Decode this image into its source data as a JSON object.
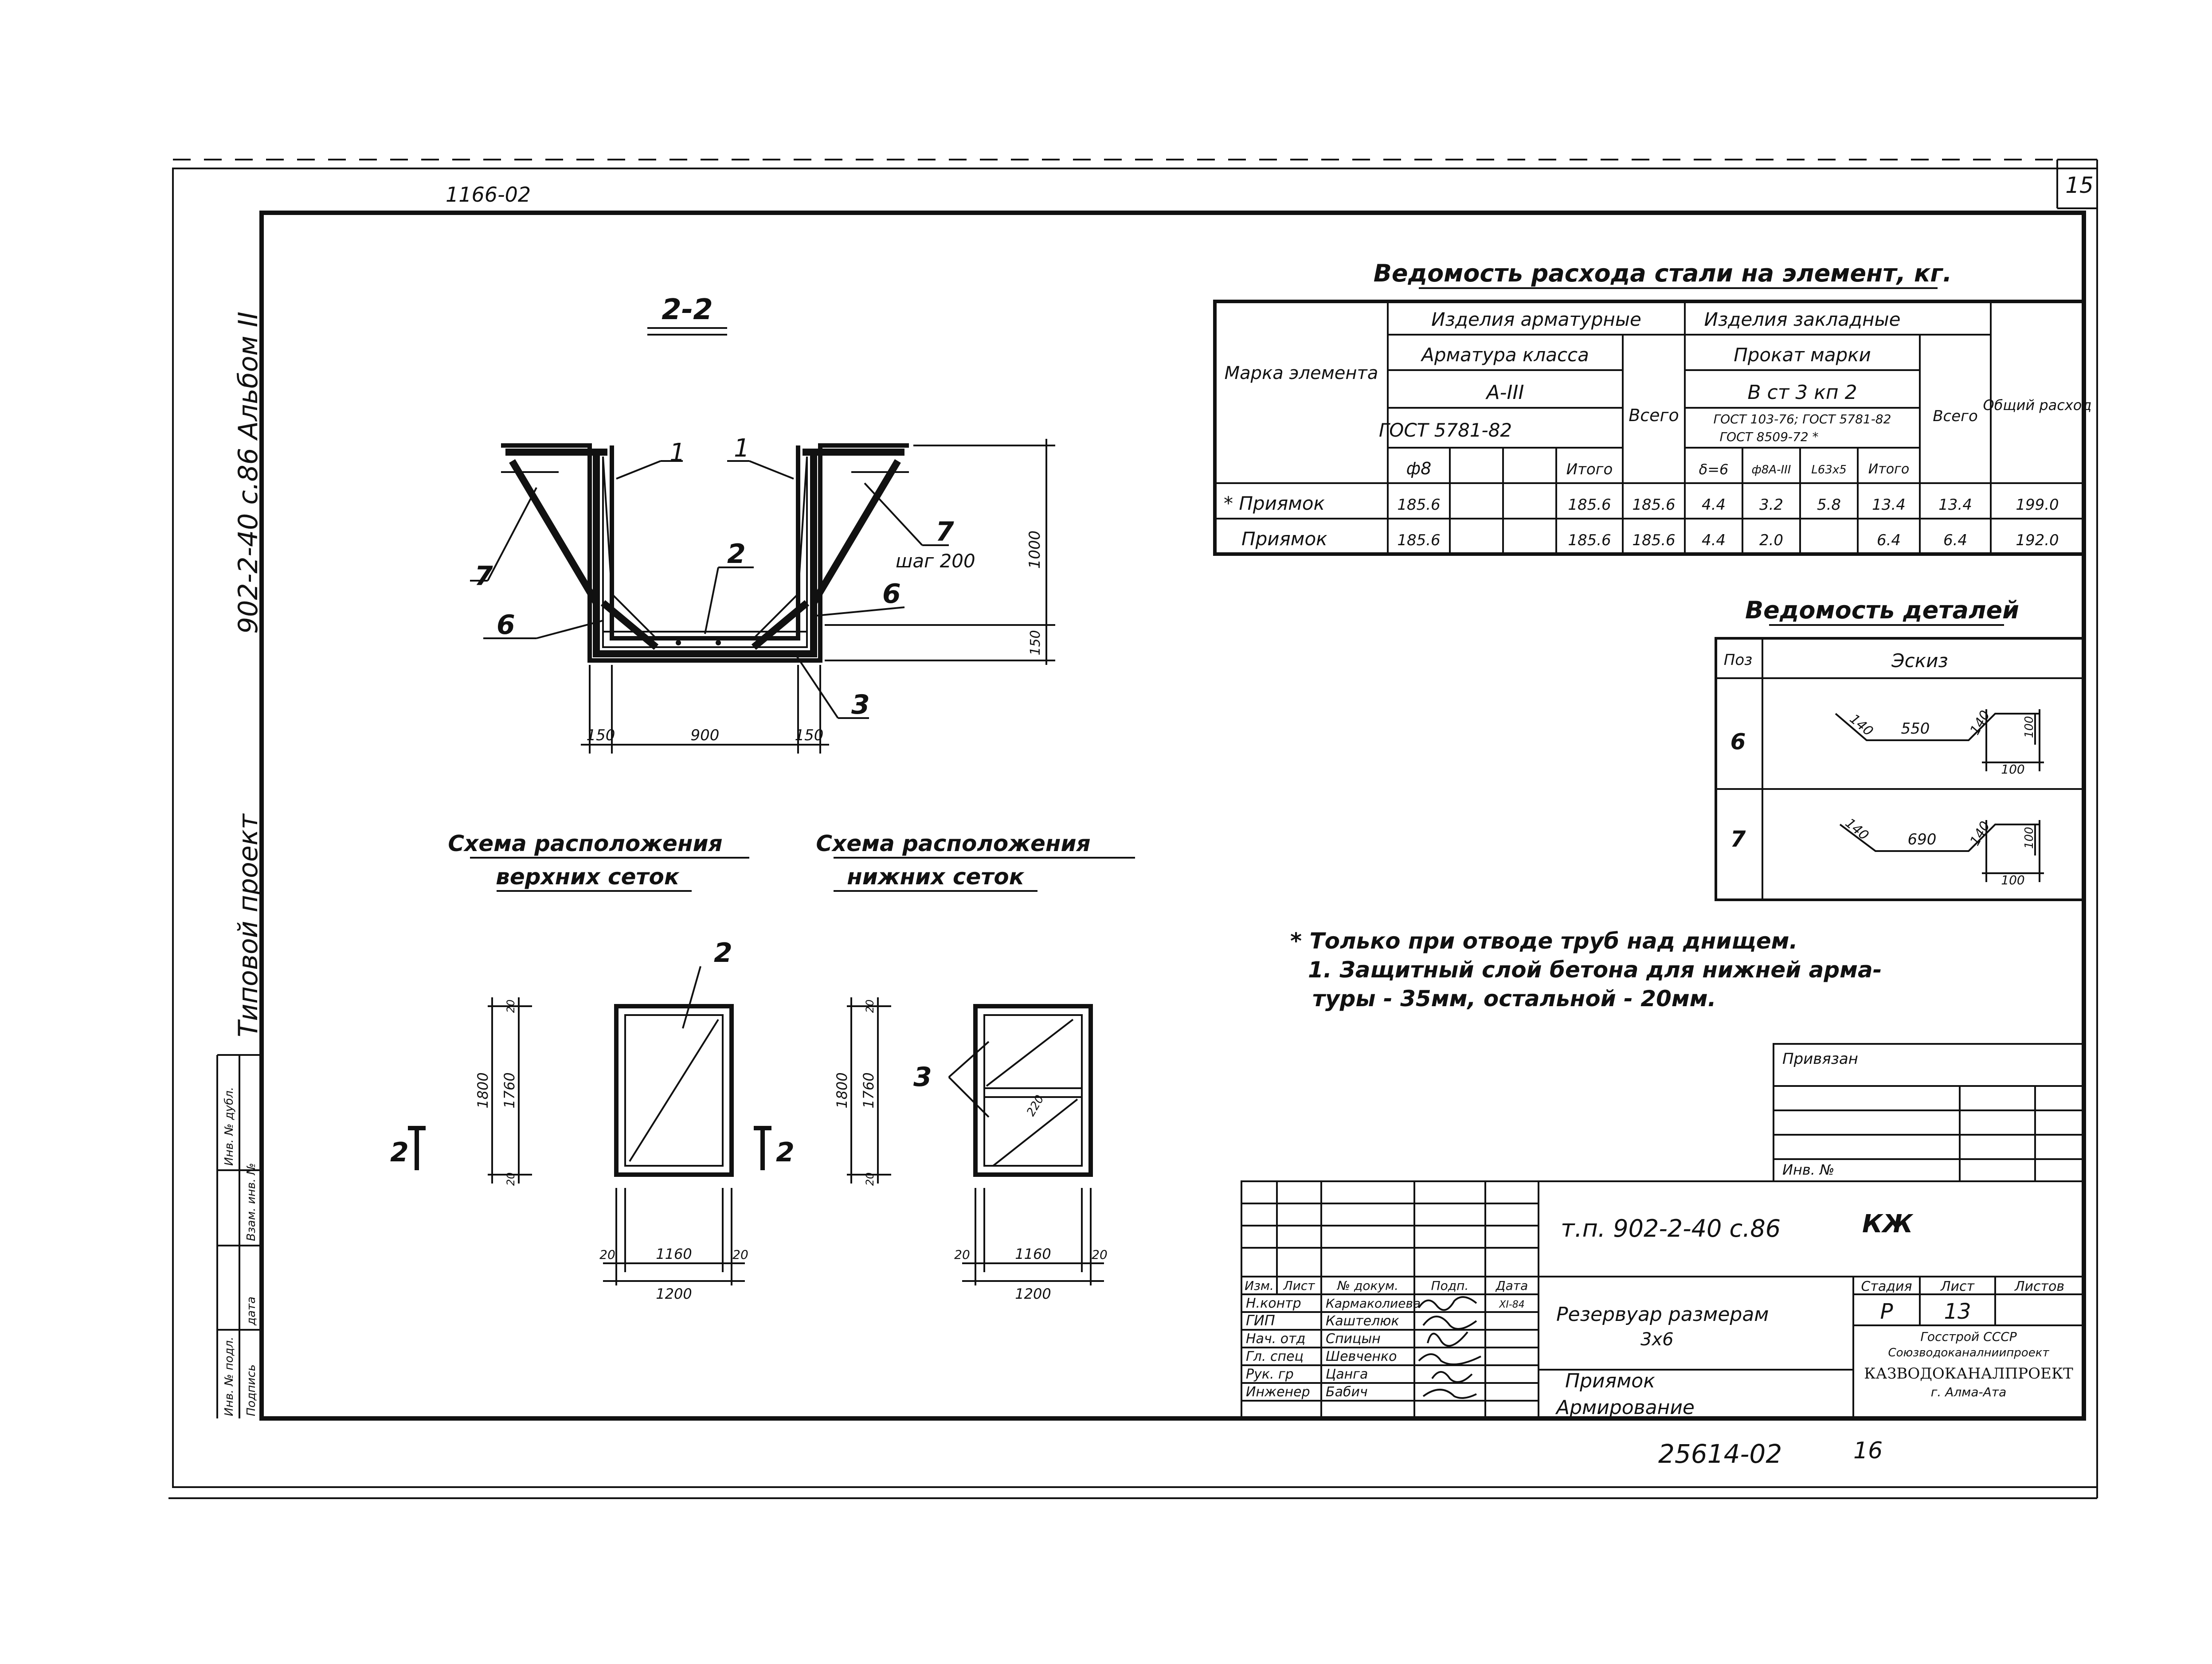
{
  "sheet": {
    "corner_number": "15",
    "top_code": "1166-02",
    "side_album": "902-2-40 с.86   Альбом II",
    "side_project": "Типовой проект",
    "side_stamp_cells": [
      "Инв. № подл.",
      "Подпись",
      "дата",
      "Взам. инв. №",
      "Инв. № дубл."
    ],
    "bottom_code": "25614-02",
    "bottom_number": "16"
  },
  "section": {
    "title": "2-2",
    "callouts": [
      "1",
      "1",
      "7",
      "7",
      "2",
      "6",
      "6",
      "3"
    ],
    "step_label": "шаг 200",
    "dims_bottom": [
      "150",
      "900",
      "150"
    ],
    "dims_right": [
      "1000",
      "150"
    ]
  },
  "schemes": {
    "upper_title_1": "Схема расположения",
    "upper_title_2": "верхних сеток",
    "lower_title_1": "Схема расположения",
    "lower_title_2": "нижних сеток",
    "upper_callout": "2",
    "lower_callout": "3",
    "cut_left": "2",
    "cut_right": "2",
    "dims_left_outer": "1800",
    "dims_left_inner": "1760",
    "dims_small": "20",
    "dims_bottom_inner": "1160",
    "dims_bottom_outer": "1200",
    "lower_overlap": "220"
  },
  "steel_table": {
    "title": "Ведомость расхода стали на элемент, кг.",
    "col_mark": "Марка элемента",
    "group_rebar": "Изделия арматурные",
    "group_embed": "Изделия закладные",
    "rebar_class": "Арматура класса",
    "rebar_grade": "А-III",
    "rebar_gost": "ГОСТ 5781-82",
    "col_total": "Всего",
    "rolled": "Прокат марки",
    "rolled_grade": "В ст 3  кп 2",
    "rolled_gost_1": "ГОСТ 103-76; ГОСТ 5781-82",
    "rolled_gost_2": "ГОСТ 8509-72 *",
    "embed_total": "Всего",
    "overall": "Общий расход",
    "sub_headers": [
      "ф8",
      "",
      "",
      "Итого",
      "δ=6",
      "ф8А-III",
      "L63х5",
      "Итого"
    ],
    "rows": [
      [
        "* Приямок",
        "185.6",
        "",
        "",
        "185.6",
        "185.6",
        "4.4",
        "3.2",
        "5.8",
        "13.4",
        "13.4",
        "199.0"
      ],
      [
        "Приямок",
        "185.6",
        "",
        "",
        "185.6",
        "185.6",
        "4.4",
        "2.0",
        "",
        "6.4",
        "6.4",
        "192.0"
      ]
    ]
  },
  "details_table": {
    "title": "Ведомость деталей",
    "col_pos": "Поз",
    "col_sketch": "Эскиз",
    "rows": [
      {
        "pos": "6",
        "dims": [
          "140",
          "550",
          "140",
          "100",
          "100"
        ]
      },
      {
        "pos": "7",
        "dims": [
          "140",
          "690",
          "140",
          "100",
          "100"
        ]
      }
    ]
  },
  "notes": {
    "star": "* Только при отводе труб над днищем.",
    "n1": "1. Защитный слой бетона для нижней арма-",
    "n1b": "туры - 35мм, остальной - 20мм."
  },
  "tie": {
    "label": "Привязан",
    "inv": "Инв. №"
  },
  "stamp": {
    "code": "т.п. 902-2-40 с.86",
    "mark": "КЖ",
    "headers": [
      "Изм.",
      "Лист",
      "№ докум.",
      "Подп.",
      "Дата"
    ],
    "people": [
      [
        "Н.контр",
        "Кармаколиева"
      ],
      [
        "ГИП",
        "Каштелюк"
      ],
      [
        "Нач. отд",
        "Спицын"
      ],
      [
        "Гл. спец",
        "Шевченко"
      ],
      [
        "Рук. гр",
        "Цанга"
      ],
      [
        "Инженер",
        "Бабич"
      ]
    ],
    "date_first": "XI-84",
    "title_1": "Резервуар размерам",
    "title_2": "3х6",
    "title_3": "Приямок",
    "title_4": "Армирование",
    "stage_h": "Стадия",
    "sheet_h": "Лист",
    "sheets_h": "Листов",
    "stage": "Р",
    "sheet_no": "13",
    "org_1": "Госстрой СССР",
    "org_2": "Союзводоканалниипроект",
    "org_3": "КАЗВОДОКАНАЛПРОЕКТ",
    "org_4": "г. Алма-Ата"
  }
}
